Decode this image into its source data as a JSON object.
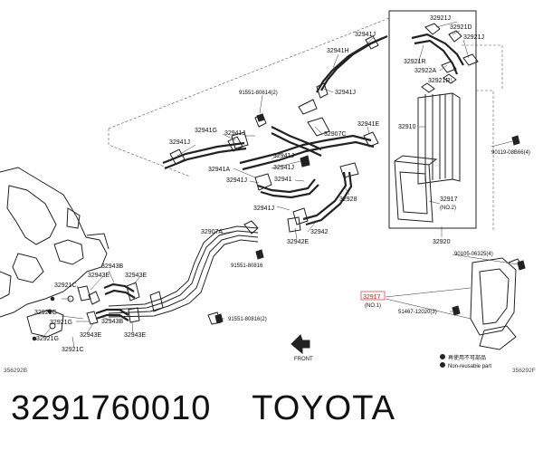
{
  "labels": {
    "p32921J_a": "32921J",
    "p32921D": "32921D",
    "p32921J_b": "32921J",
    "p32921R_a": "32921R",
    "p32922A": "32922A",
    "p32921R_b": "32921R",
    "p32941J_top": "32941J",
    "p32941H": "32941H",
    "p32941J_2": "32941J",
    "p91551_80614": "91551-80614(2)",
    "p32941E": "32941E",
    "p32907C": "32907C",
    "p32910": "32910",
    "p90119": "90119-08B66(4)",
    "p32941G": "32941G",
    "p32941J_3": "32941J",
    "p32941J_4": "32941J",
    "p32941J_5": "32941J",
    "p32941A": "32941A",
    "p32941J_6": "32941J",
    "p32941J_7": "32941J",
    "p32941": "32941",
    "p32928": "32928",
    "p32917_no2": "32917",
    "p32917_no2_sub": "(NO.2)",
    "p32941J_8": "32941J",
    "p32942": "32942",
    "p32942E": "32942E",
    "p32907A": "32907A",
    "p32920": "32920",
    "p90105": "90105-06325(4)",
    "p91551_80816": "91551-80816",
    "p32943B_a": "32943B",
    "p32943E_a": "32943E",
    "p32943E_b": "32943E",
    "p32921C_a": "32921C",
    "p32917_no1": "32917",
    "p32917_no1_sub": "(NO.1)",
    "p51467": "51467-12020(3)",
    "p91551_80816_2": "91551-80816(2)",
    "p32921G": "32921G",
    "p32943B_b": "32943B",
    "p32921G_b": "32921G",
    "p32943E_c": "32943E",
    "p32943E_d": "32943E",
    "p32921C_b": "32921C",
    "front": "FRONT",
    "legend_jp": "再使用不可部品",
    "legend_en": "Non-reusable part",
    "code_left": "356292B",
    "code_right": "356292F"
  },
  "footer": {
    "part_number": "3291760010",
    "brand": "TOYOTA"
  },
  "colors": {
    "highlight": "#d01010",
    "ink": "#222222"
  }
}
